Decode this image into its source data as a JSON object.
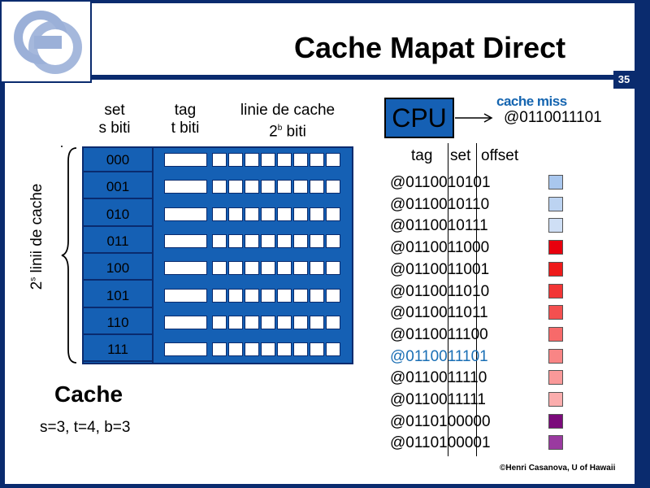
{
  "title": "Cache Mapat Direct",
  "page_number": "35",
  "copyright": "©Henri Casanova, U of Hawaii",
  "columns": {
    "set": [
      "set",
      "s biti"
    ],
    "tag": [
      "tag",
      "t biti"
    ],
    "line": [
      "linie de cache",
      "2",
      "b",
      " biti"
    ]
  },
  "side_label": {
    "base": "2",
    "sup": "s",
    "rest": " linii de cache"
  },
  "sets": [
    "000",
    "001",
    "010",
    "011",
    "100",
    "101",
    "110",
    "111"
  ],
  "cache_label": "Cache",
  "params": "s=3, t=4, b=3",
  "cpu_label": "CPU",
  "cache_miss_label": "cache miss",
  "request_address": "@0110011101",
  "addr_columns": [
    "tag",
    "set",
    "offset"
  ],
  "addresses": [
    {
      "text": "@0110010101",
      "color": "#a9c7ee",
      "highlight": false
    },
    {
      "text": "@0110010110",
      "color": "#bcd3f1",
      "highlight": false
    },
    {
      "text": "@0110010111",
      "color": "#cfdff5",
      "highlight": false
    },
    {
      "text": "@0110011000",
      "color": "#e8000d",
      "highlight": false
    },
    {
      "text": "@0110011001",
      "color": "#ee1a1a",
      "highlight": false
    },
    {
      "text": "@0110011010",
      "color": "#f23535",
      "highlight": false
    },
    {
      "text": "@0110011011",
      "color": "#f45050",
      "highlight": false
    },
    {
      "text": "@0110011100",
      "color": "#f76a6a",
      "highlight": false
    },
    {
      "text": "@0110011101",
      "color": "#f98585",
      "highlight": true
    },
    {
      "text": "@0110011110",
      "color": "#fa9999",
      "highlight": false
    },
    {
      "text": "@0110011111",
      "color": "#fbadad",
      "highlight": false
    },
    {
      "text": "@0110100000",
      "color": "#7b0a7b",
      "highlight": false
    },
    {
      "text": "@0110100001",
      "color": "#9a3aa0",
      "highlight": false
    }
  ],
  "colors": {
    "navy": "#0a2b6e",
    "cache_blue": "#1560b4",
    "highlight_text": "#1a6fb5",
    "cache_miss": "#1565b0"
  }
}
